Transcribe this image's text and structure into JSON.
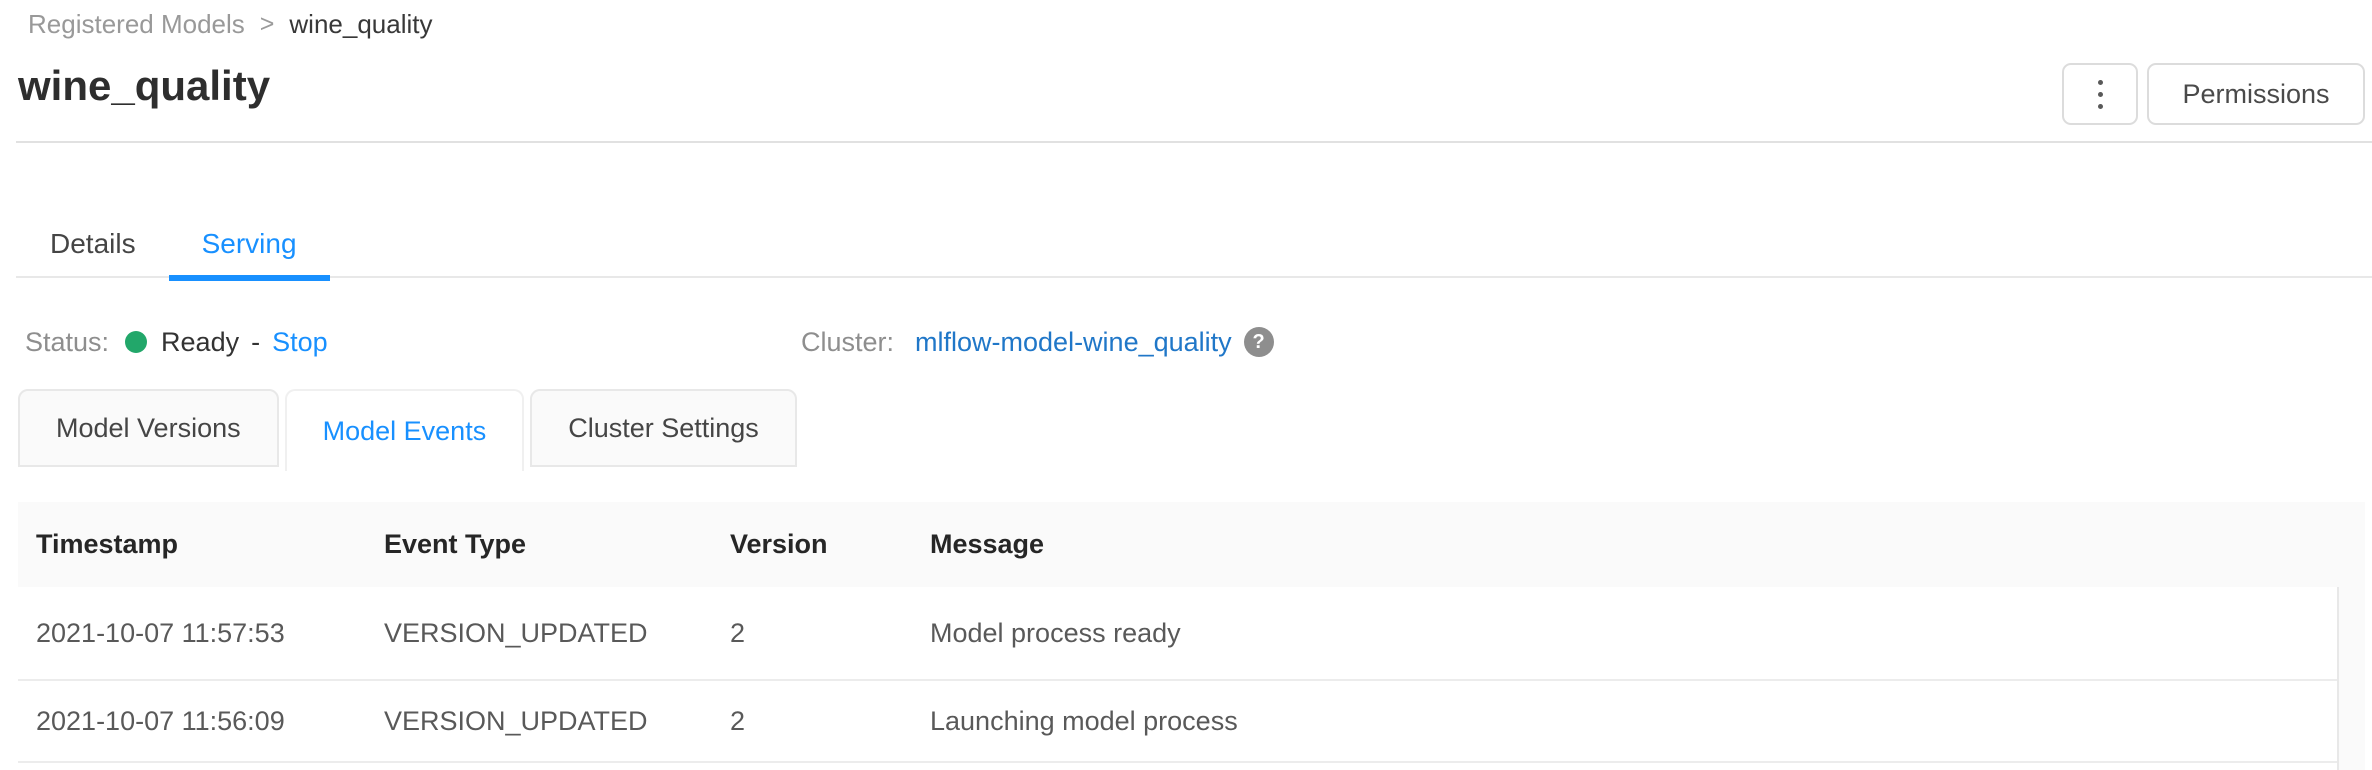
{
  "breadcrumb": {
    "parent": "Registered Models",
    "separator": ">",
    "current": "wine_quality"
  },
  "page": {
    "title": "wine_quality"
  },
  "actions": {
    "kebab_icon": "⋮",
    "permissions": "Permissions"
  },
  "main_tabs": [
    {
      "label": "Details"
    },
    {
      "label": "Serving"
    }
  ],
  "status": {
    "label": "Status:",
    "value": "Ready",
    "separator": "-",
    "action": "Stop"
  },
  "cluster": {
    "label": "Cluster:",
    "link": "mlflow-model-wine_quality",
    "help_icon": "?"
  },
  "sub_tabs": [
    {
      "label": "Model Versions"
    },
    {
      "label": "Model Events"
    },
    {
      "label": "Cluster Settings"
    }
  ],
  "events_table": {
    "columns": [
      "Timestamp",
      "Event Type",
      "Version",
      "Message"
    ],
    "rows": [
      {
        "timestamp": "2021-10-07 11:57:53",
        "event_type": "VERSION_UPDATED",
        "version": "2",
        "message": "Model process ready"
      },
      {
        "timestamp": "2021-10-07 11:56:09",
        "event_type": "VERSION_UPDATED",
        "version": "2",
        "message": "Launching model process"
      }
    ]
  },
  "colors": {
    "accent_blue": "#1890ff",
    "cluster_link_blue": "#2077c8",
    "ready_green": "#22a76a"
  }
}
